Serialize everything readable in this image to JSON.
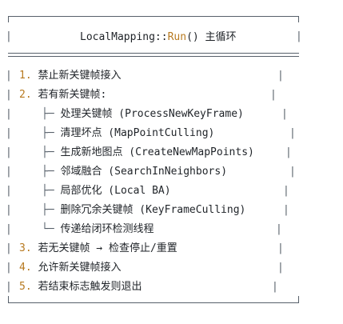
{
  "title": {
    "prefix": "LocalMapping::",
    "fn": "Run",
    "suffix": "() 主循环"
  },
  "steps": [
    {
      "num": "1.",
      "text": "禁止新关键帧接入"
    },
    {
      "num": "2.",
      "text": "若有新关键帧:"
    },
    {
      "num": "3.",
      "text": "若无关键帧 → 检查停止/重置"
    },
    {
      "num": "4.",
      "text": "允许新关键帧接入"
    },
    {
      "num": "5.",
      "text": "若结束标志触发则退出"
    }
  ],
  "substeps": [
    {
      "branch": "├─",
      "text": "处理关键帧 (ProcessNewKeyFrame)"
    },
    {
      "branch": "├─",
      "text": "清理坏点 (MapPointCulling)"
    },
    {
      "branch": "├─",
      "text": "生成新地图点 (CreateNewMapPoints)"
    },
    {
      "branch": "├─",
      "text": "邻域融合 (SearchInNeighbors)"
    },
    {
      "branch": "├─",
      "text": "局部优化 (Local BA)"
    },
    {
      "branch": "├─",
      "text": "删除冗余关键帧 (KeyFrameCulling)"
    },
    {
      "branch": "└─",
      "text": "传递给闭环检测线程"
    }
  ]
}
